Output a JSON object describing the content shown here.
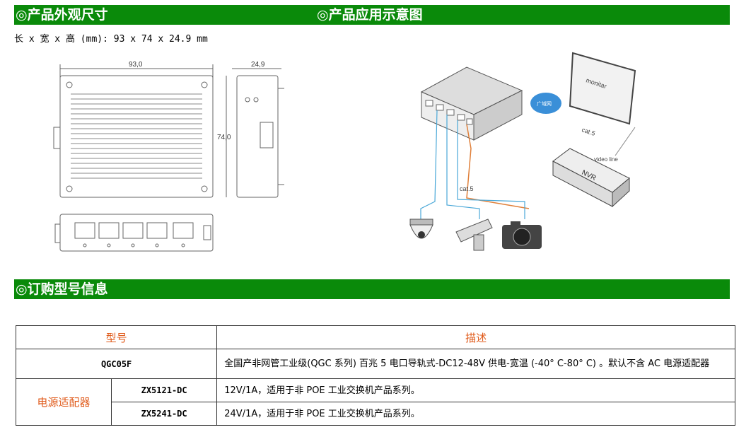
{
  "sections": {
    "dimensions_title": "◎产品外观尺寸",
    "application_title": "◎产品应用示意图",
    "ordering_title": "◎订购型号信息"
  },
  "dimensions_text": "长 x 宽 x 高 (mm): 93 x 74 x 24.9 mm",
  "drawing": {
    "width_label": "93,0",
    "height_label": "74,0",
    "depth_label": "24,9"
  },
  "diagram": {
    "cloud_label": "广域网",
    "monitor_label": "monitar",
    "nvr_label": "NVR",
    "cat5_top": "cat.5",
    "cat5_bottom": "cat.5",
    "video_line": "video line"
  },
  "order_table": {
    "header_model": "型号",
    "header_desc": "描述",
    "rows": [
      {
        "model": "QGC05F",
        "desc": "全国产非网管工业级(QGC 系列) 百兆 5 电口导轨式-DC12-48V 供电-宽温 (-40° C-80° C) 。默认不含 AC 电源适配器"
      },
      {
        "group": "电源适配器",
        "model": "ZX5121-DC",
        "desc": "12V/1A，适用于非 POE 工业交换机产品系列。"
      },
      {
        "model": "ZX5241-DC",
        "desc": "24V/1A，适用于非 POE 工业交换机产品系列。"
      }
    ]
  },
  "colors": {
    "section_bar": "#0a8a0a",
    "table_header_text": "#e05a1a",
    "ethernet_line": "#4aa8d8",
    "video_line": "#e0803a"
  }
}
